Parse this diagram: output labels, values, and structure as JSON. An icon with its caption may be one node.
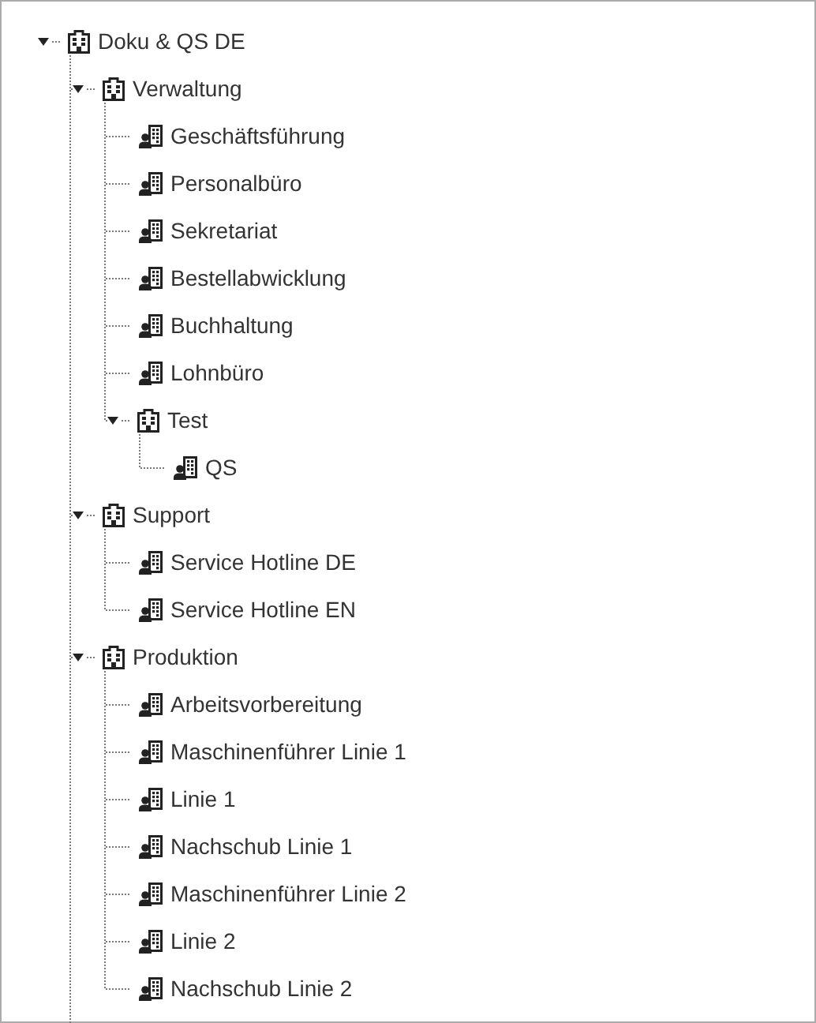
{
  "diagram": {
    "nodes": [
      {
        "text": [
          "Doku & QS DE"
        ]
      },
      {
        "text": [
          "Verwaltung"
        ]
      },
      {
        "text": [
          "Geschäftsführung"
        ]
      },
      {
        "text": [
          "Personalbüro"
        ]
      },
      {
        "text": [
          "Sekretariat"
        ]
      },
      {
        "text": [
          "Bestellabwicklung"
        ]
      },
      {
        "text": [
          "Buchhaltung"
        ]
      },
      {
        "text": [
          "Lohnbüro"
        ]
      },
      {
        "text": [
          "Test"
        ]
      },
      {
        "text": [
          "QS"
        ]
      },
      {
        "text": [
          "Support"
        ]
      },
      {
        "text": [
          "Service Hotline DE"
        ]
      },
      {
        "text": [
          "Service Hotline EN"
        ]
      },
      {
        "text": [
          "Produktion"
        ]
      },
      {
        "text": [
          "Arbeitsvorbereitung"
        ]
      },
      {
        "text": [
          "Maschinenführer Linie 1"
        ]
      },
      {
        "text": [
          "Linie 1"
        ]
      },
      {
        "text": [
          "Nachschub Linie 1"
        ]
      },
      {
        "text": [
          "Maschinenführer Linie 2"
        ]
      },
      {
        "text": [
          "Linie 2"
        ]
      },
      {
        "text": [
          "Nachschub Linie 2"
        ]
      }
    ],
    "edges": [
      {
        "from": 0,
        "to": 1,
        "arrow": "none",
        "style": "dashed"
      },
      {
        "from": 1,
        "to": 2,
        "arrow": "none",
        "style": "dashed"
      },
      {
        "from": 1,
        "to": 3,
        "arrow": "none",
        "style": "dashed"
      },
      {
        "from": 1,
        "to": 4,
        "arrow": "none",
        "style": "dashed"
      },
      {
        "from": 1,
        "to": 5,
        "arrow": "none",
        "style": "dashed"
      },
      {
        "from": 1,
        "to": 6,
        "arrow": "none",
        "style": "dashed"
      },
      {
        "from": 1,
        "to": 7,
        "arrow": "none",
        "style": "dashed"
      },
      {
        "from": 1,
        "to": 8,
        "arrow": "none",
        "style": "dashed"
      },
      {
        "from": 8,
        "to": 9,
        "arrow": "none",
        "style": "dashed"
      },
      {
        "from": 0,
        "to": 10,
        "arrow": "none",
        "style": "dashed"
      },
      {
        "from": 10,
        "to": 11,
        "arrow": "none",
        "style": "dashed"
      },
      {
        "from": 10,
        "to": 12,
        "arrow": "none",
        "style": "dashed"
      },
      {
        "from": 0,
        "to": 13,
        "arrow": "none",
        "style": "dashed"
      },
      {
        "from": 13,
        "to": 14,
        "arrow": "none",
        "style": "dashed"
      },
      {
        "from": 13,
        "to": 15,
        "arrow": "none",
        "style": "dashed"
      },
      {
        "from": 13,
        "to": 16,
        "arrow": "none",
        "style": "dashed"
      },
      {
        "from": 13,
        "to": 17,
        "arrow": "none",
        "style": "dashed"
      },
      {
        "from": 13,
        "to": 18,
        "arrow": "none",
        "style": "dashed"
      },
      {
        "from": 13,
        "to": 19,
        "arrow": "none",
        "style": "dashed"
      },
      {
        "from": 13,
        "to": 20,
        "arrow": "none",
        "style": "dashed"
      },
      {
        "from": 0,
        "to": null,
        "arrow": "none",
        "style": "dashed"
      }
    ]
  }
}
